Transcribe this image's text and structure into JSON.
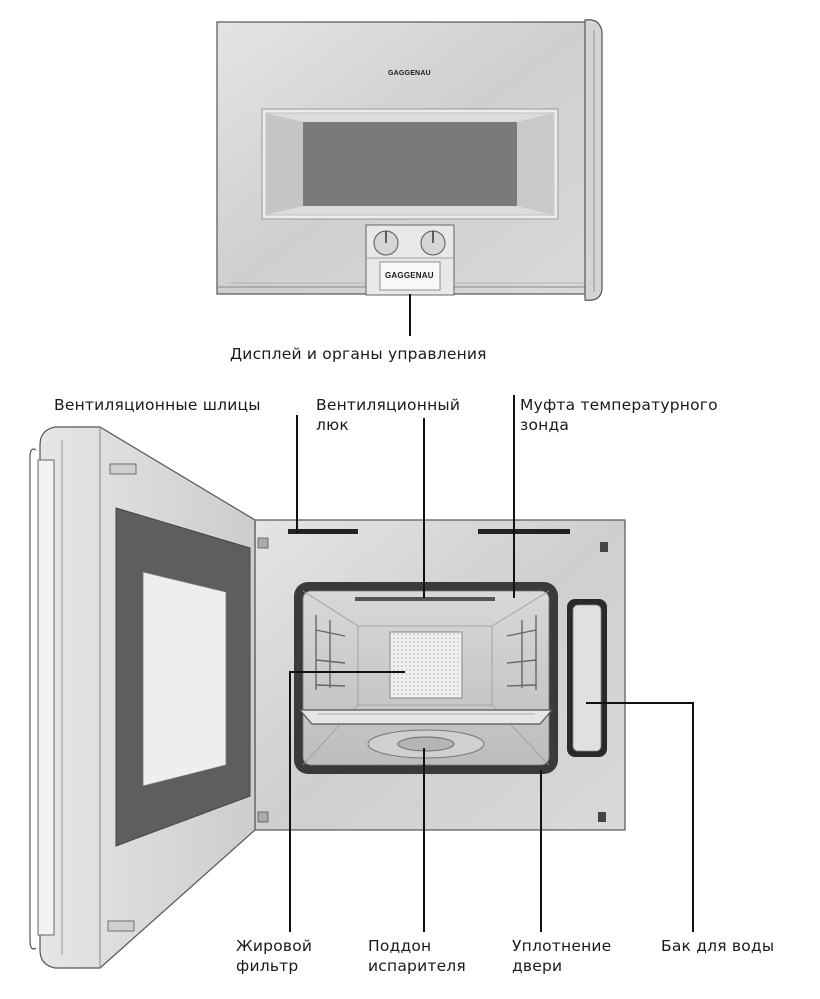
{
  "brand": "GAGGENAU",
  "top_unit": {
    "label": "Дисплей и органы управления"
  },
  "labels": {
    "vent_slots": "Вентиляционные шлицы",
    "vent_hatch": "Вентиляционный\nлюк",
    "probe_socket": "Муфта температурного\nзонда",
    "grease_filter": "Жировой\nфильтр",
    "evaporator_tray": "Поддон\nиспарителя",
    "door_seal": "Уплотнение\nдвери",
    "water_tank": "Бак для воды"
  }
}
